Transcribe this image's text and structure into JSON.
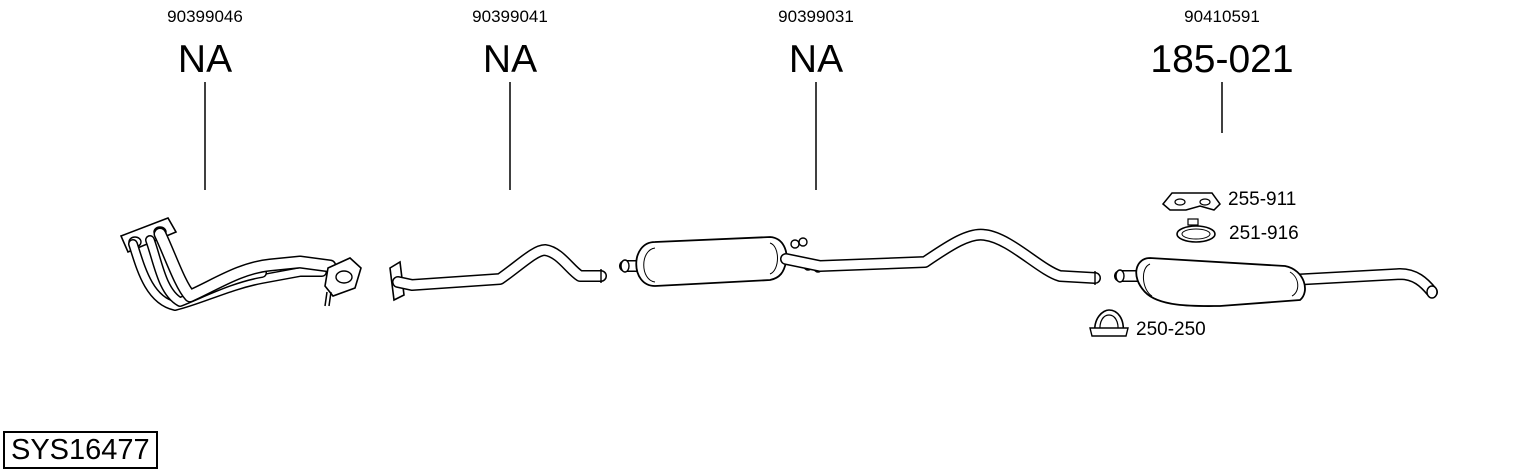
{
  "system_id": "SYS16477",
  "colors": {
    "line": "#000000",
    "background": "#ffffff"
  },
  "parts": [
    {
      "oem": "90399046",
      "ref": "NA"
    },
    {
      "oem": "90399041",
      "ref": "NA"
    },
    {
      "oem": "90399031",
      "ref": "NA"
    },
    {
      "oem": "90410591",
      "ref": "185-021"
    }
  ],
  "accessories": [
    {
      "ref": "255-911",
      "icon": "rubber-hanger-icon"
    },
    {
      "ref": "251-916",
      "icon": "pipe-clamp-icon"
    },
    {
      "ref": "250-250",
      "icon": "u-bolt-clamp-icon"
    }
  ]
}
